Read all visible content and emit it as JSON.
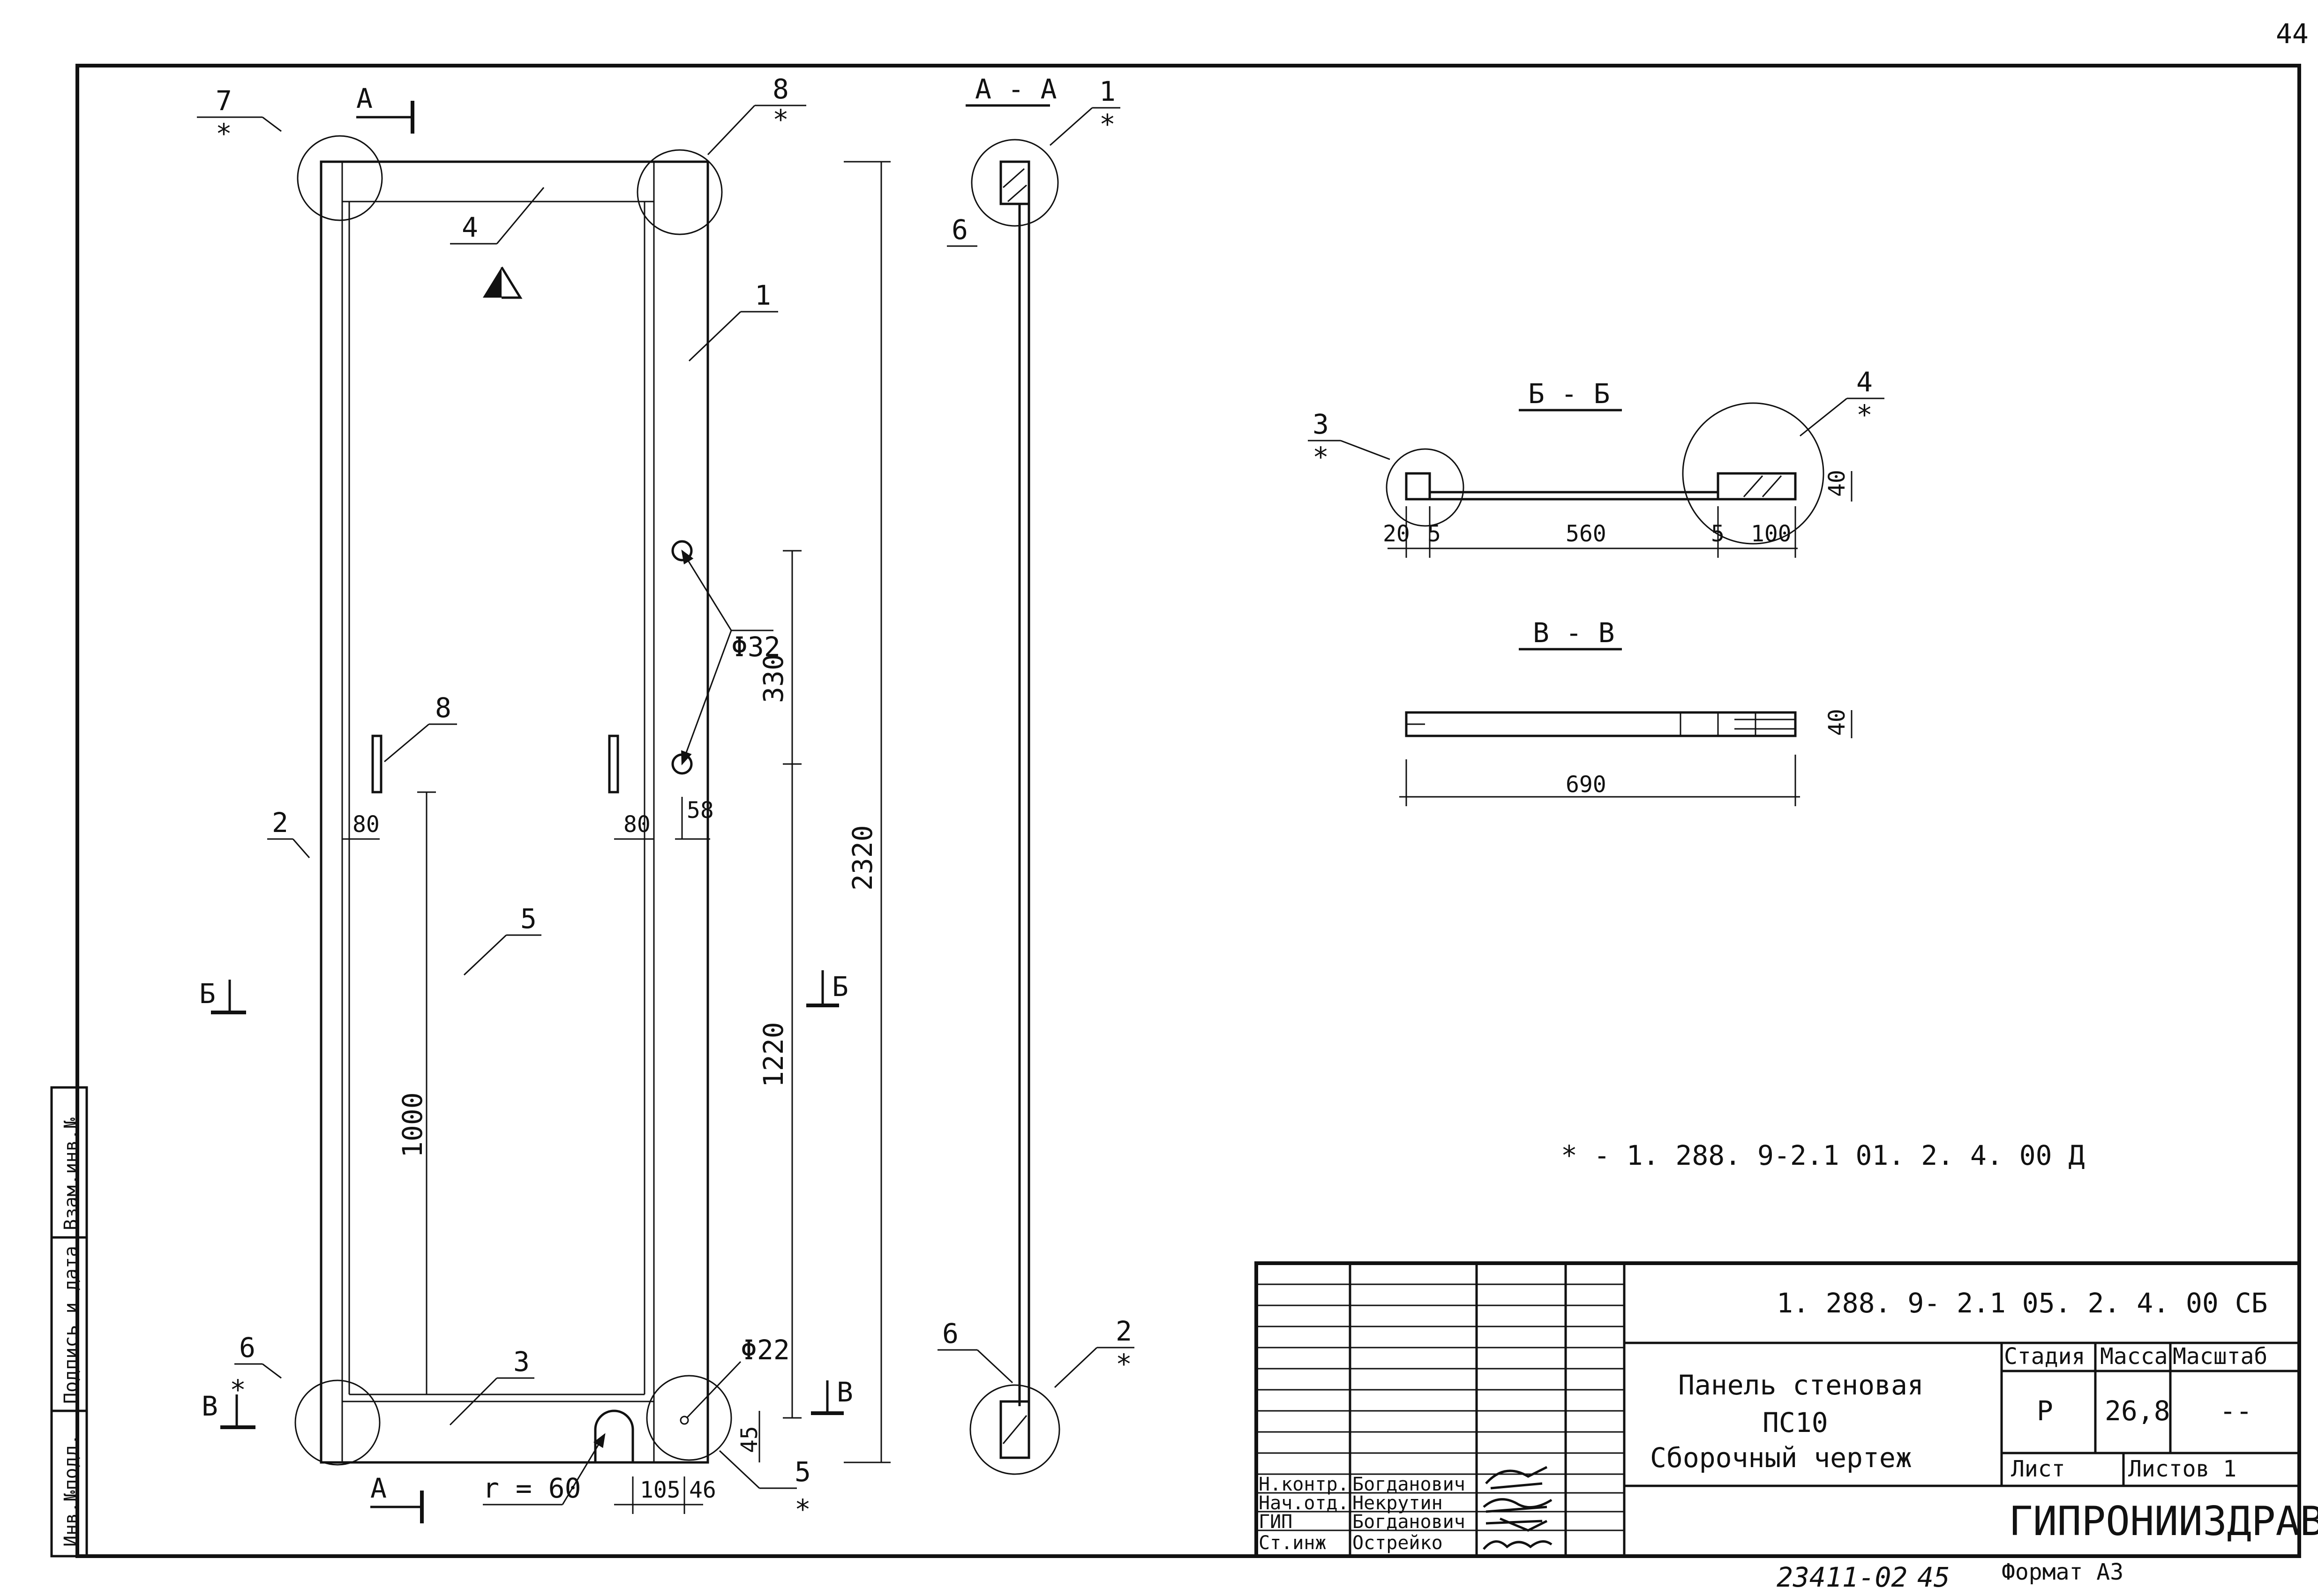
{
  "page_number": "44",
  "side_stamp": [
    "Инв.№подл.",
    "Подпись и дата",
    "Взам.инв.№"
  ],
  "elevation": {
    "callouts": {
      "p7": "7",
      "p8": "8",
      "p4": "4",
      "p1": "1",
      "p2": "2",
      "p6": "6",
      "p3": "3",
      "p5": "5",
      "p8b": "8"
    },
    "star": "*",
    "section_a": "А",
    "section_b": "Б",
    "section_v": "В",
    "dims": {
      "d80a": "80",
      "d80b": "80",
      "d58": "58",
      "d1000": "1000",
      "d1220": "1220",
      "d330": "330",
      "d2320": "2320",
      "d105": "105",
      "d46": "46",
      "d45": "45"
    },
    "phi32": "Φ32",
    "phi22": "Φ22",
    "radius": "r = 60"
  },
  "section_aa": {
    "title": "А - А",
    "c1": "1",
    "c6": "6",
    "c6b": "6",
    "c2": "2"
  },
  "section_bb": {
    "title": "Б - Б",
    "c3": "3",
    "c4": "4",
    "dims": {
      "d20": "20",
      "d5a": "5",
      "d560": "560",
      "d5b": "5",
      "d100": "100",
      "d40": "40"
    }
  },
  "section_vv": {
    "title": "В - В",
    "dims": {
      "d690": "690",
      "d40": "40"
    }
  },
  "note": "* - 1. 288. 9-2.1  01. 2. 4. 00 Д",
  "title_block": {
    "doc_code": "1. 288. 9- 2.1   05. 2. 4. 00  СБ",
    "title_line1": "Панель стеновая",
    "title_line2": "ПС10",
    "title_line3": "Сборочный чертеж",
    "col_stadiya": "Стадия",
    "col_massa": "Масса",
    "col_masshtab": "Масштаб",
    "stadiya": "Р",
    "massa": "26,8",
    "masshtab": "--",
    "list_label": "Лист",
    "listov_label": "Листов 1",
    "org": "ГИПРОНИИЗДРАВ",
    "signers": [
      {
        "role": "Н.контр.",
        "name": "Богданович"
      },
      {
        "role": "Нач.отд.",
        "name": "Некрутин"
      },
      {
        "role": "ГИП",
        "name": "Богданович"
      },
      {
        "role": "Ст.инж",
        "name": "Острейко"
      }
    ]
  },
  "bottom_code": "23411-02",
  "bottom_number": "45",
  "format": "Формат А3"
}
